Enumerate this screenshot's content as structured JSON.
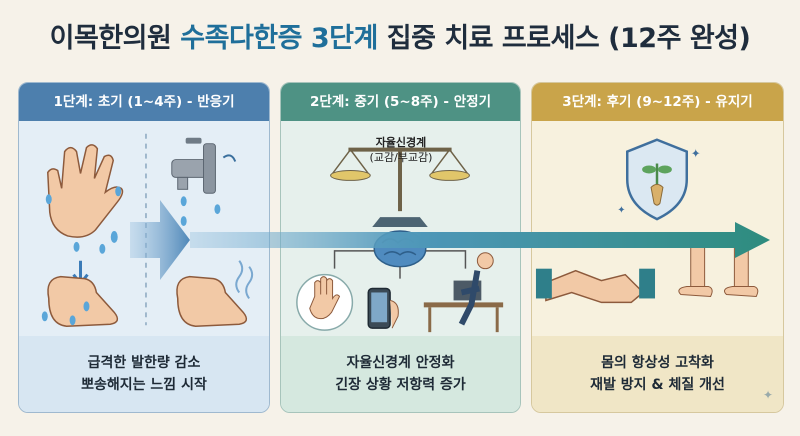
{
  "title": {
    "prefix": "이목한의원 ",
    "accent": "수족다한증 3단계",
    "suffix": " 집중 치료 프로세스 (12주 완성)"
  },
  "stages": [
    {
      "header": "1단계: 초기 (1~4주) - 반응기",
      "line1": "급격한 발한량 감소",
      "line2": "뽀송해지는 느낌 시작"
    },
    {
      "header": "2단계: 중기 (5~8주) - 안정기",
      "balance_title": "자율신경계",
      "balance_sub": "(교감/부교감)",
      "line1": "자율신경계 안정화",
      "line2": "긴장 상황 저항력 증가"
    },
    {
      "header": "3단계: 후기 (9~12주) - 유지기",
      "line1": "몸의 항상성 고착화",
      "line2": "재발 방지 & 체질 개선"
    }
  ],
  "colors": {
    "stage1": "#4d7fad",
    "stage2": "#4e9284",
    "stage3": "#c9a44a",
    "arrow": "#3a8a8f"
  },
  "icons": [
    "sweaty-hand-icon",
    "dripping-faucet-icon",
    "sweaty-foot-icon",
    "dry-foot-icon",
    "balance-scale-icon",
    "brain-icon",
    "raised-hand-icon",
    "smartphone-icon",
    "desk-worker-icon",
    "shield-herb-icon",
    "handshake-icon",
    "feet-icon"
  ]
}
